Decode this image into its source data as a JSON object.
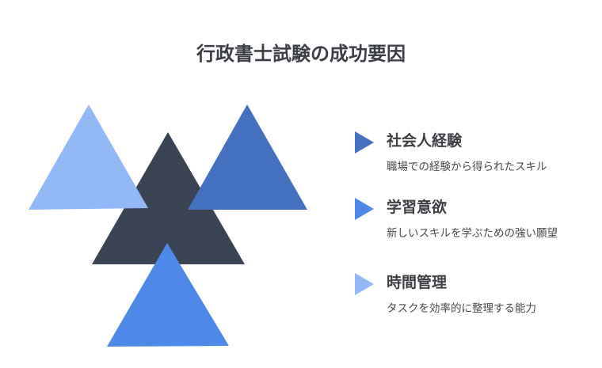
{
  "title": "行政書士試験の成功要因",
  "colors": {
    "light_blue": "#93b8f8",
    "dark_slate": "#3a4354",
    "medium_blue": "#4470c0",
    "bright_blue": "#4d8ae8"
  },
  "factors": [
    {
      "heading": "社会人経験",
      "description": "職場での経験から得られたスキル",
      "marker_color": "#4470c0"
    },
    {
      "heading": "学習意欲",
      "description": "新しいスキルを学ぶための強い願望",
      "marker_color": "#4d8ae8"
    },
    {
      "heading": "時間管理",
      "description": "タスクを効率的に整理する能力",
      "marker_color": "#93b8f8"
    }
  ]
}
